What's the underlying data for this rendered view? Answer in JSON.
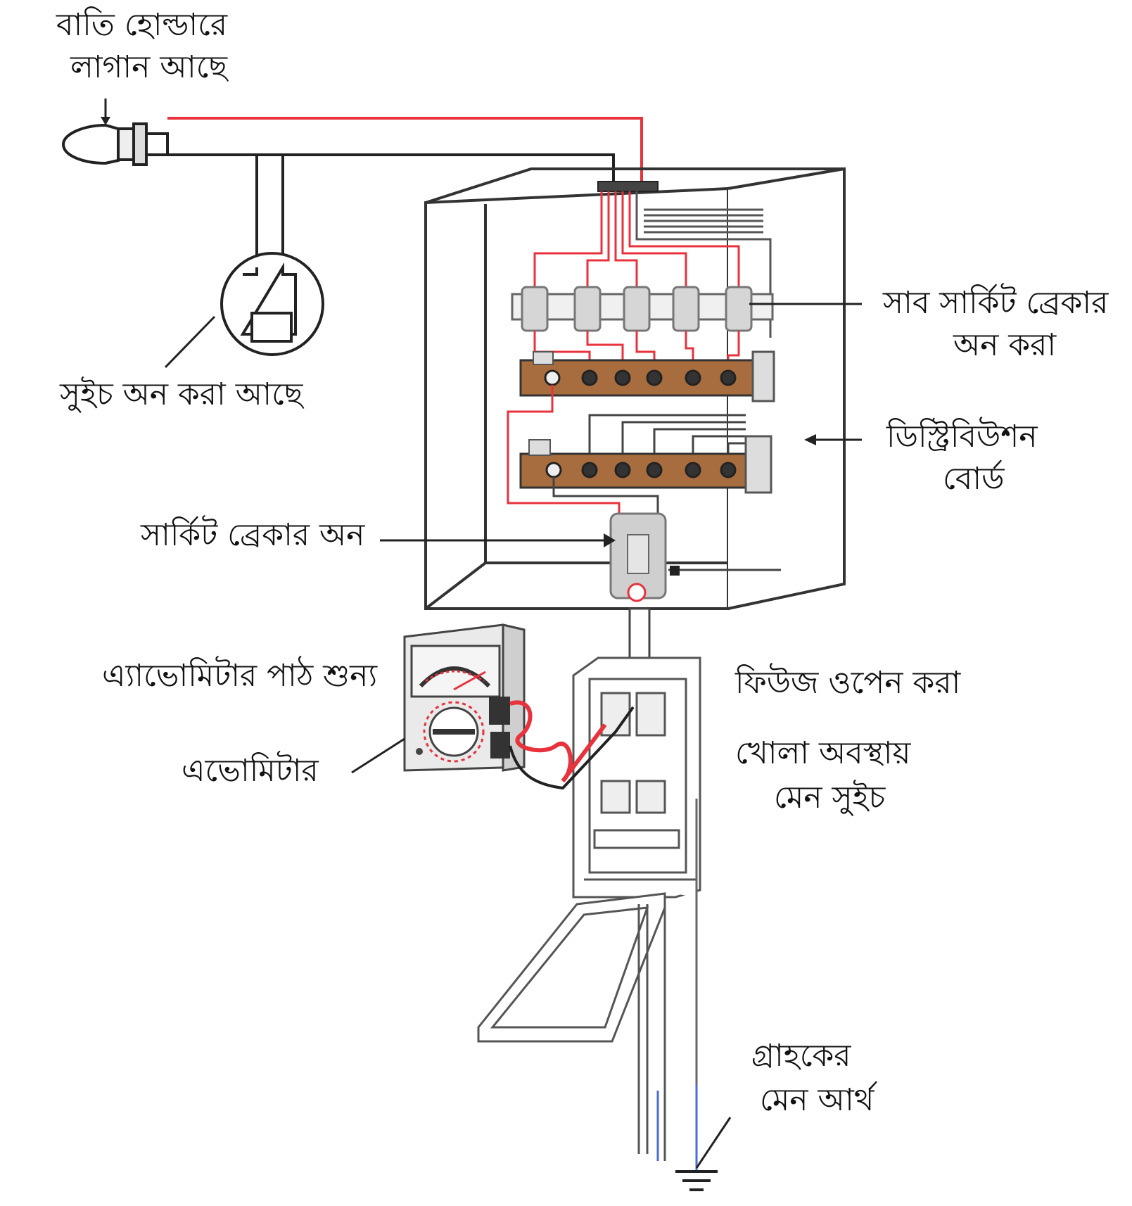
{
  "labels": {
    "lamp_holder": [
      "বাতি হোল্ডারে",
      "লাগান আছে"
    ],
    "switch_on": "সুইচ অন করা আছে",
    "sub_breaker": [
      "সাব সার্কিট ব্রেকার",
      "অন করা"
    ],
    "distribution_board": [
      "ডিস্ট্রিবিউশন",
      "বোর্ড"
    ],
    "circuit_breaker_on": "সার্কিট ব্রেকার অন",
    "avometer_reading": "এ্যাভোমিটার পাঠ শুন্য",
    "avometer": "এভোমিটার",
    "fuse_open": "ফিউজ ওপেন করা",
    "main_switch": [
      "খোলা অবস্থায়",
      "মেন সুইচ"
    ],
    "main_earth": [
      "গ্রাহকের",
      "মেন আর্থ"
    ]
  },
  "colors": {
    "live_wire": "#e8323c",
    "neutral_wire": "#222222",
    "earth_wire": "#4a6cd4",
    "busbar": "#a86d3e",
    "outline": "#333333"
  },
  "icons": [
    "bulb-icon",
    "switch-icon",
    "earth-ground-icon",
    "meter-dial-icon"
  ]
}
